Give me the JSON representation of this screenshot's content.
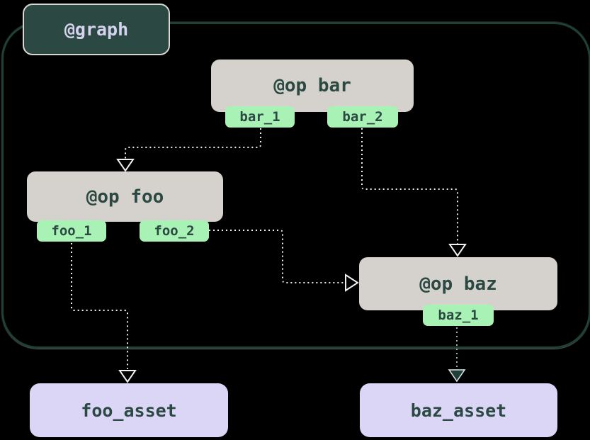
{
  "diagram": {
    "graph_label": "@graph",
    "ops": [
      {
        "label": "@op bar",
        "outputs": [
          "bar_1",
          "bar_2"
        ]
      },
      {
        "label": "@op foo",
        "outputs": [
          "foo_1",
          "foo_2"
        ]
      },
      {
        "label": "@op baz",
        "outputs": [
          "baz_1"
        ]
      }
    ],
    "assets": [
      "foo_asset",
      "baz_asset"
    ],
    "edges": [
      {
        "from": "bar_1",
        "to": "@op foo"
      },
      {
        "from": "bar_2",
        "to": "@op baz"
      },
      {
        "from": "foo_2",
        "to": "@op baz"
      },
      {
        "from": "foo_1",
        "to": "foo_asset"
      },
      {
        "from": "baz_1",
        "to": "baz_asset"
      }
    ],
    "colors": {
      "background": "#000000",
      "graph_fill": "#2b4942",
      "graph_boundary": "#1e4037",
      "graph_label_text": "#d6d2f0",
      "op_fill": "#d5d2ce",
      "op_text": "#2b4942",
      "output_tab_fill": "#a9f2b5",
      "asset_fill": "#dcd6f6",
      "edge_dotted": "#f0f0f0",
      "edge_asset_arrow_fill": "#1f4038"
    }
  }
}
